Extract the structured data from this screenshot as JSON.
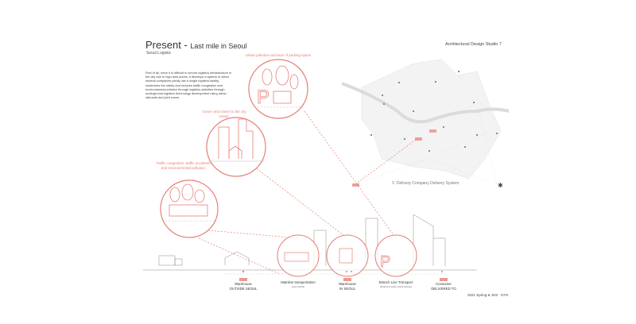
{
  "header": {
    "title": "Present",
    "title_sep": " - ",
    "title_sub": "Last mile in Seoul",
    "subtitle": "Seoul Logistic",
    "studio": "Architectural Design Studio 7"
  },
  "body_text": "First of all, since it is difficult to secure logistics infrastructure in the city due to high land prices, it develops a system in which several companies jointly use a single logistics facility, maximizes the safety and reduces traffic congestion and environmental pollution through logistics activities through underground logistics technology development using urban railroads and joint zones.",
  "callouts": [
    {
      "label": "Urban pollution and lack of parking space"
    },
    {
      "label": "Closer and closer to the city center."
    },
    {
      "label": "Traffic congestion, traffic accidents, and environmental pollution."
    }
  ],
  "map": {
    "caption": "'L' Delivery Company Delivery System"
  },
  "stages": [
    {
      "label": "Warehouse",
      "detail": "OUTSIDE SEOUL"
    },
    {
      "label": "Mainline transportation",
      "detail": "(Less Vehicle)"
    },
    {
      "label": "Warehouse",
      "detail": "IN SEOUL"
    },
    {
      "label": "Branch Line Transport",
      "detail": "(Small and medium-sized vehicles)"
    },
    {
      "label": "Consumer",
      "detail": "DELIVERED TO"
    }
  ],
  "credit": "2021 Spring & JHS · DYK",
  "colors": {
    "accent": "#e57f75",
    "line": "#999999"
  }
}
